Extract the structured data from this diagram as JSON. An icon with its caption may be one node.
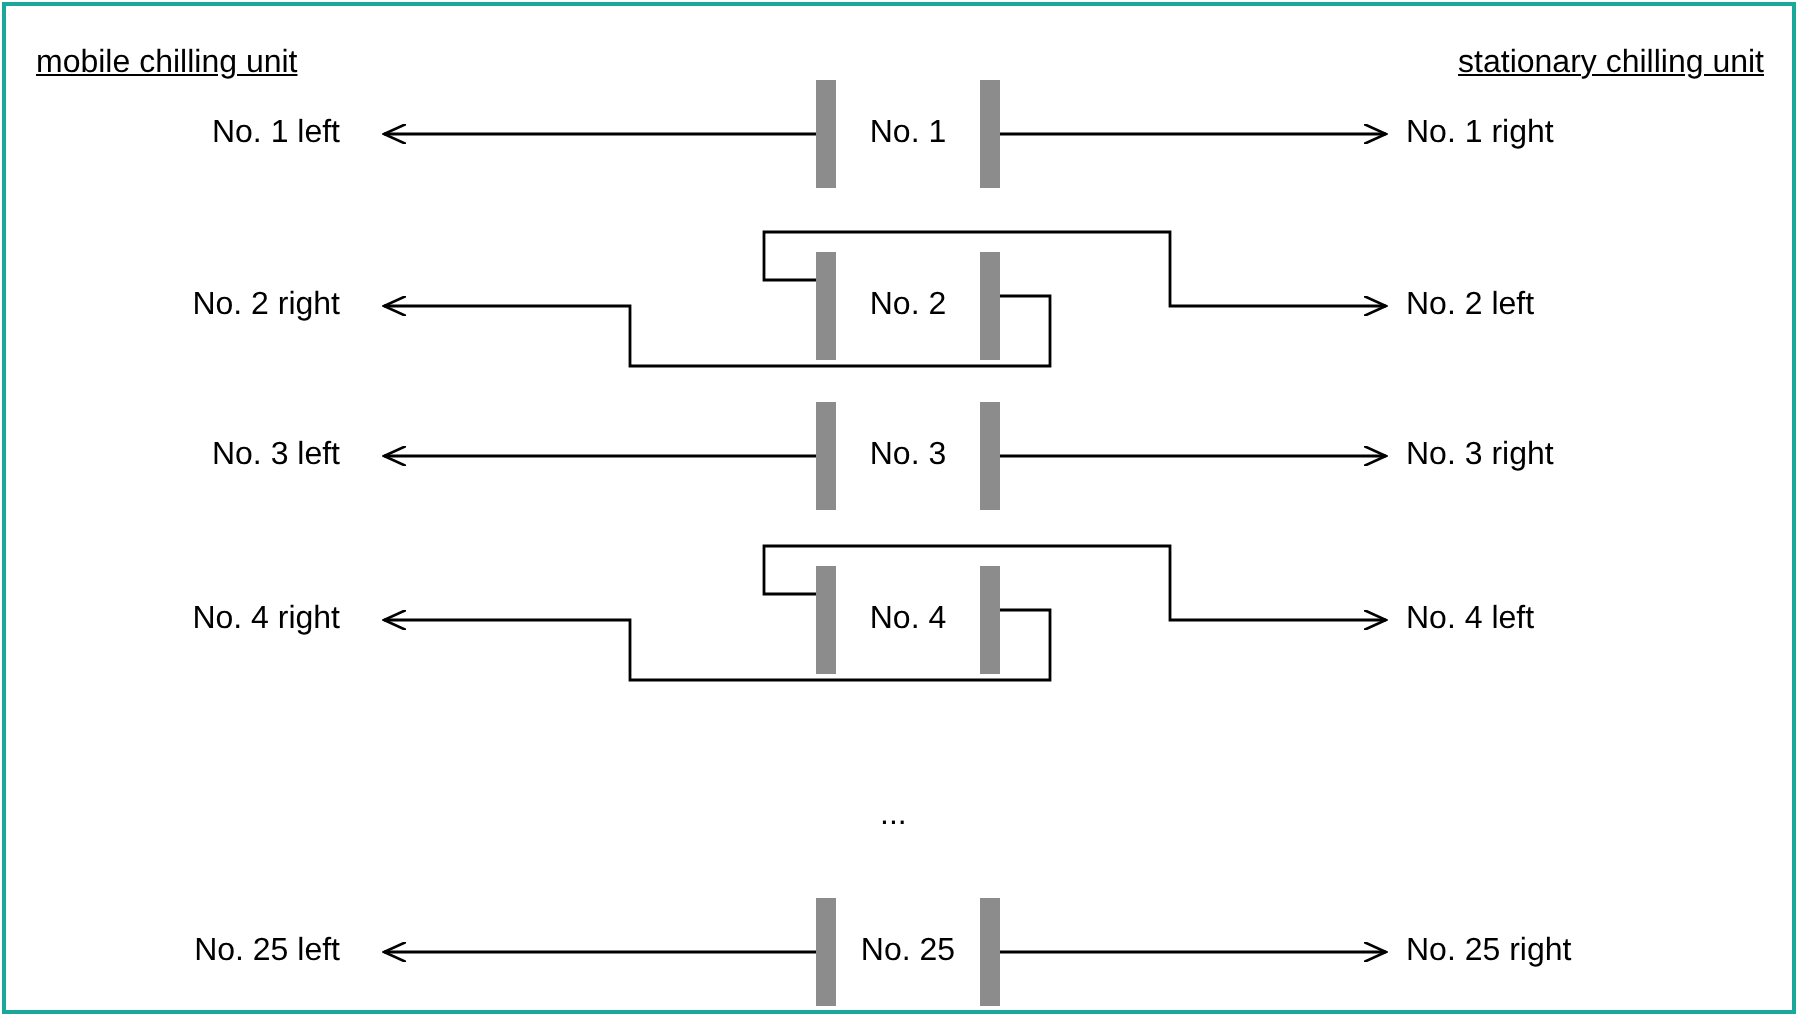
{
  "diagram": {
    "nodes": [
      {
        "text": [
          "No. 1 left"
        ]
      },
      {
        "text": [],
        "shape": "bar"
      },
      {
        "text": [
          "No. 1"
        ]
      },
      {
        "text": [],
        "shape": "bar"
      },
      {
        "text": [
          "No. 1 right"
        ]
      },
      {
        "text": [
          "No. 2 right"
        ]
      },
      {
        "text": [],
        "shape": "bar"
      },
      {
        "text": [
          "No. 2"
        ]
      },
      {
        "text": [],
        "shape": "bar"
      },
      {
        "text": [
          "No. 2 left"
        ]
      },
      {
        "text": [
          "No. 3 left"
        ]
      },
      {
        "text": [],
        "shape": "bar"
      },
      {
        "text": [
          "No. 3"
        ]
      },
      {
        "text": [],
        "shape": "bar"
      },
      {
        "text": [
          "No. 3 right"
        ]
      },
      {
        "text": [
          "No. 4 right"
        ]
      },
      {
        "text": [],
        "shape": "bar"
      },
      {
        "text": [
          "No. 4"
        ]
      },
      {
        "text": [],
        "shape": "bar"
      },
      {
        "text": [
          "No. 4 left"
        ]
      },
      {
        "text": [
          "No. 25 left"
        ]
      },
      {
        "text": [],
        "shape": "bar"
      },
      {
        "text": [
          "No. 25"
        ]
      },
      {
        "text": [],
        "shape": "bar"
      },
      {
        "text": [
          "No. 25 right"
        ]
      }
    ],
    "edges": [
      {
        "from": 1,
        "to": 0,
        "arrow": "to"
      },
      {
        "from": 3,
        "to": 4,
        "arrow": "to"
      },
      {
        "from": 6,
        "to": 9,
        "arrow": "to"
      },
      {
        "from": 8,
        "to": 5,
        "arrow": "to"
      },
      {
        "from": 11,
        "to": 10,
        "arrow": "to"
      },
      {
        "from": 13,
        "to": 14,
        "arrow": "to"
      },
      {
        "from": 16,
        "to": 19,
        "arrow": "to"
      },
      {
        "from": 18,
        "to": 15,
        "arrow": "to"
      },
      {
        "from": 21,
        "to": 20,
        "arrow": "to"
      },
      {
        "from": 23,
        "to": 24,
        "arrow": "to"
      }
    ],
    "labels": [
      "mobile chilling unit",
      "stationary chilling unit",
      "..."
    ]
  }
}
